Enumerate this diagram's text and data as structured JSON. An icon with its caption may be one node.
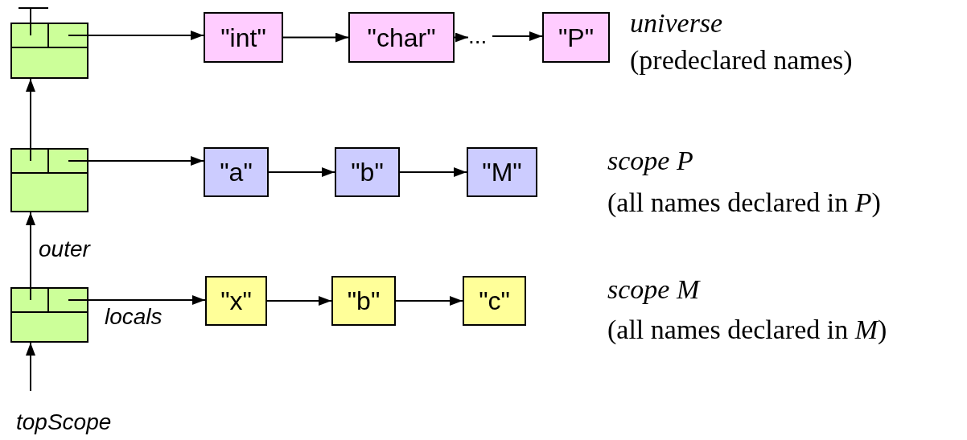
{
  "diagram": {
    "nodes": [
      {
        "text": [],
        "shape": "box"
      },
      {
        "text": [
          "\"int\""
        ]
      },
      {
        "text": [
          "\"char\""
        ]
      },
      {
        "text": [
          "..."
        ]
      },
      {
        "text": [
          "\"P\""
        ]
      },
      {
        "text": [],
        "shape": "box"
      },
      {
        "text": [
          "\"a\""
        ]
      },
      {
        "text": [
          "\"b\""
        ]
      },
      {
        "text": [
          "\"M\""
        ]
      },
      {
        "text": [],
        "shape": "box"
      },
      {
        "text": [
          "\"x\""
        ]
      },
      {
        "text": [
          "\"b\""
        ]
      },
      {
        "text": [
          "\"c\""
        ]
      },
      {
        "text": [
          "topScope"
        ]
      }
    ],
    "edges": [
      {
        "from": 0,
        "to": 1,
        "arrow": "to"
      },
      {
        "from": 1,
        "to": 2,
        "arrow": "to"
      },
      {
        "from": 2,
        "to": 3,
        "arrow": "to"
      },
      {
        "from": 3,
        "to": 4,
        "arrow": "to"
      },
      {
        "from": 5,
        "to": 6,
        "arrow": "to"
      },
      {
        "from": 6,
        "to": 7,
        "arrow": "to"
      },
      {
        "from": 7,
        "to": 8,
        "arrow": "to"
      },
      {
        "from": 5,
        "to": 0,
        "arrow": "to"
      },
      {
        "from": 9,
        "to": 10,
        "arrow": "to",
        "label": "locals"
      },
      {
        "from": 10,
        "to": 11,
        "arrow": "to"
      },
      {
        "from": 11,
        "to": 12,
        "arrow": "to"
      },
      {
        "from": 9,
        "to": 5,
        "arrow": "to",
        "label": "outer"
      },
      {
        "from": 13,
        "to": 9,
        "arrow": "to"
      }
    ],
    "labels": [
      "*universe*",
      "(predeclared names)",
      "*scope P*",
      "(all names declared in *P*)",
      "*scope M*",
      "(all names declared in *M*)"
    ]
  }
}
